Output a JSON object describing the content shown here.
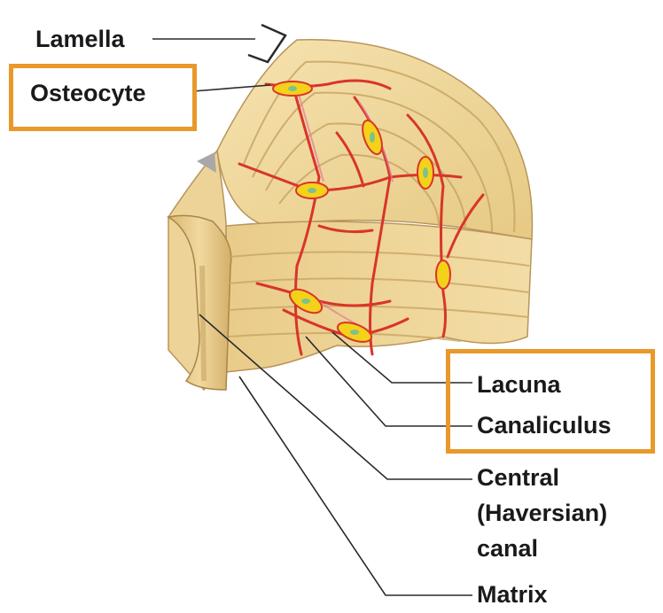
{
  "labels": {
    "lamella": "Lamella",
    "osteocyte": "Osteocyte",
    "lacuna": "Lacuna",
    "canaliculus": "Canaliculus",
    "central_line1": "Central",
    "central_line2": "(Haversian)",
    "central_line3": "canal",
    "matrix": "Matrix"
  },
  "colors": {
    "highlight_box": "#e8992a",
    "bone_matrix": "#f0d9a0",
    "canaliculi": "#d8352a",
    "lacuna_fill": "#f5d21a",
    "leader_line": "#2a2a2a"
  },
  "highlighted": [
    "Osteocyte",
    "Lacuna",
    "Canaliculus"
  ]
}
